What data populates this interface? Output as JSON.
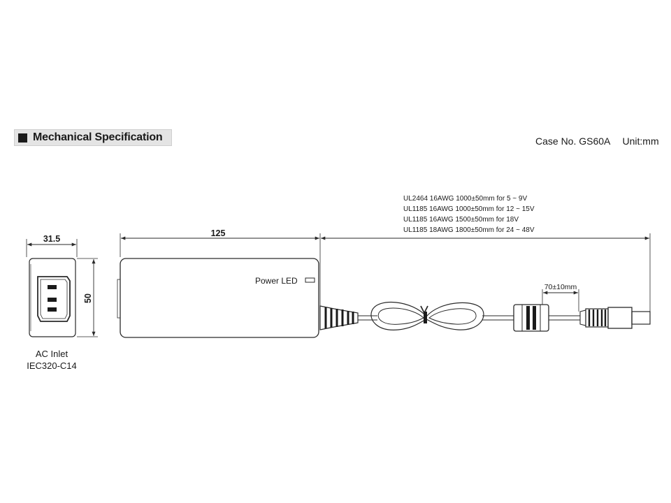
{
  "section": {
    "title": "Mechanical Specification"
  },
  "case": {
    "label": "Case No. GS60A",
    "unit": "Unit:mm"
  },
  "cable_specs": [
    "UL2464 16AWG 1000±50mm for 5 ~ 9V",
    "UL1185 16AWG 1000±50mm for 12 ~ 15V",
    "UL1185 16AWG 1500±50mm for 18V",
    "UL1185 18AWG 1800±50mm for 24 ~ 48V"
  ],
  "dimensions": {
    "inlet_width": "31.5",
    "inlet_height": "50",
    "body_length": "125",
    "plug_tolerance": "70±10mm"
  },
  "labels": {
    "power_led": "Power LED",
    "inlet_line1": "AC Inlet",
    "inlet_line2": "IEC320-C14"
  },
  "icons": [
    "square-bullet-icon",
    "iec-c14-inlet-icon",
    "power-led-indicator-icon",
    "dc-plug-icon"
  ]
}
